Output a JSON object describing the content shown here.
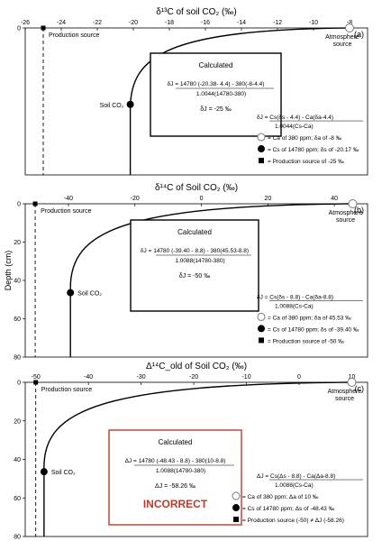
{
  "figure": {
    "ylabel": "Depth (cm)"
  },
  "chart_data": [
    {
      "type": "line",
      "panel_label": "(a)",
      "title": "δ¹³C of soil CO₂ (‰)",
      "xlim": [
        -26,
        -7
      ],
      "ticks": [
        -26,
        -24,
        -22,
        -20,
        -18,
        -16,
        -14,
        -12,
        -10,
        -8
      ],
      "y_ticks": [
        0
      ],
      "labels": {
        "production": "Production source",
        "atmosphere": "Atmosphere source",
        "soil": "Soil CO₂"
      },
      "production_source": -25,
      "atmosphere_value": -8,
      "soil_value": -20.17,
      "box": {
        "title": "Calculated",
        "line1": "δJ = 14780 (-20.38- 4.4) - 380(-8-4.4)",
        "line2": "1.0044(14780-380)",
        "result": "δJ = -25 ‰",
        "result_red": ""
      },
      "formula": {
        "num": "δJ = Cs(δs - 4.4) - Ca(δa-4.4)",
        "den": "1.0044(Cs-Ca)"
      },
      "legend": [
        "= Ca of 380 ppm;  δa of -8 ‰",
        "= Cs of 14780 ppm;  δs of -20.17 ‰",
        "= Production source of -25 ‰"
      ]
    },
    {
      "type": "line",
      "panel_label": "(b)",
      "title": "δ¹⁴C of Soil CO₂ (‰)",
      "xlim": [
        -53,
        50
      ],
      "ticks": [
        -40,
        -20,
        0,
        20,
        40
      ],
      "y_ticks": [
        0,
        20,
        40,
        60,
        80
      ],
      "labels": {
        "production": "Production source",
        "atmosphere": "Atmosphere source",
        "soil": "Soil CO₂"
      },
      "production_source": -50,
      "atmosphere_value": 45.53,
      "soil_value": -39.4,
      "box": {
        "title": "Calculated",
        "line1": "δJ = 14780 (-39.40 - 8.8) - 380(45.53-8.8)",
        "line2": "1.0088(14780-380)",
        "result": "δJ = -50 ‰",
        "result_red": ""
      },
      "formula": {
        "num": "δJ = Cs(δs - 8.8) - Ca(δa-8.8)",
        "den": "1.0088(Cs-Ca)"
      },
      "legend": [
        "= Ca of 380 ppm;  δa of 45.53 ‰",
        "= Cs of 14780 ppm;  δs of -39.40 ‰",
        "= Production source of -50 ‰"
      ]
    },
    {
      "type": "line",
      "panel_label": "(c)",
      "title": "Δ¹⁴C_old of Soil CO₂ (‰)",
      "xlim": [
        -52,
        13
      ],
      "ticks": [
        -50,
        -40,
        -30,
        -20,
        -10,
        0,
        10
      ],
      "y_ticks": [
        0,
        20,
        40,
        60,
        80
      ],
      "labels": {
        "production": "Production source",
        "atmosphere": "Atmosphere source",
        "soil": "Soil CO₂"
      },
      "production_source": -50,
      "atmosphere_value": 10,
      "soil_value": -48.43,
      "box": {
        "title": "Calculated",
        "line1": "ΔJ = 14780 (-48.43 - 8.8) - 380(10-8.8)",
        "line2": "1.0088(14780-380)",
        "result": "ΔJ = -58.26 ‰",
        "result_red": "INCORRECT"
      },
      "formula": {
        "num": "ΔJ = Cs(Δs - 8.8) - Ca(Δa-8.8)",
        "den": "1.0088(Cs-Ca)"
      },
      "legend": [
        "= Ca of 380 ppm;  Δa of 10 ‰",
        "= Cs of 14780 ppm;  Δs of -48.43 ‰",
        "= Production source (-50) ≠ ΔJ (-58.26)"
      ]
    }
  ],
  "colors": {
    "axis": "#000000",
    "curve": "#000000",
    "box_border_normal": "#000000",
    "box_border_incorrect": "#c0392b",
    "incorrect_text": "#c0392b",
    "atmosphere_marker_fill": "#ffffff",
    "atmosphere_marker_stroke": "#7a7a7a"
  }
}
